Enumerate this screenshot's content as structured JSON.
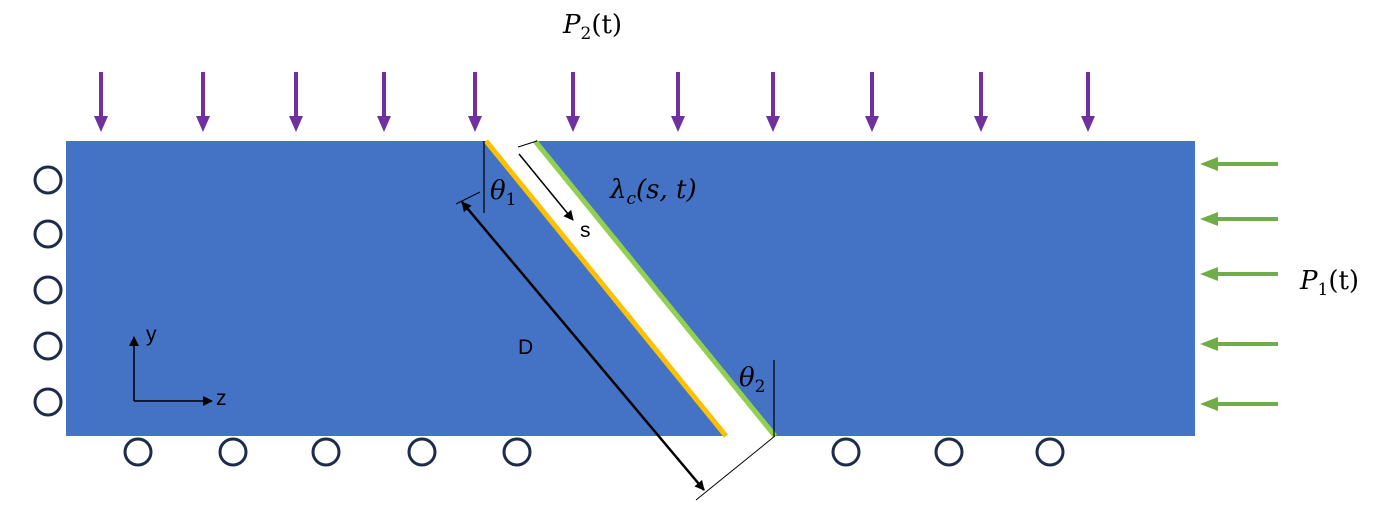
{
  "labels": {
    "p2": "P",
    "p2_sub": "2",
    "p2_arg": "(t)",
    "p1": "P",
    "p1_sub": "1",
    "p1_arg": "(t)",
    "lambda": "λ",
    "lambda_sub": "c",
    "lambda_arg": "(s, t)",
    "theta1": "θ",
    "theta1_sub": "1",
    "theta2": "θ",
    "theta2_sub": "2",
    "s": "s",
    "d": "D",
    "axis_y": "y",
    "axis_z": "z"
  },
  "colors": {
    "block": "#4472C4",
    "p2_arrow": "#7030A0",
    "p1_arrow": "#70AD47",
    "yellow_edge": "#FFC000",
    "green_edge": "#92D050",
    "roller": "#1F2B4A",
    "line": "#000000"
  }
}
